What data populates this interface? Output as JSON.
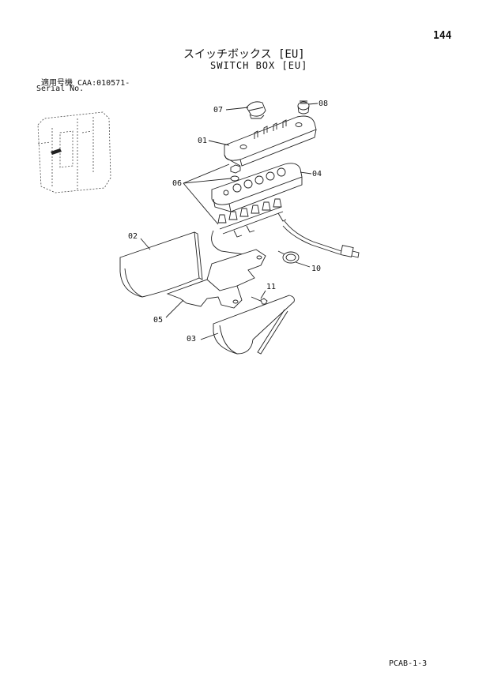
{
  "page": {
    "number": "144",
    "code": "PCAB-1-3"
  },
  "title": {
    "japanese": "スイッチボックス [EU]",
    "english": "SWITCH BOX [EU]"
  },
  "serial": {
    "line1": "適用号機  CAA:010571-",
    "line2": "Serial No."
  },
  "callouts": [
    "07",
    "08",
    "01",
    "04",
    "06",
    "02",
    "10",
    "11",
    "05",
    "03"
  ]
}
